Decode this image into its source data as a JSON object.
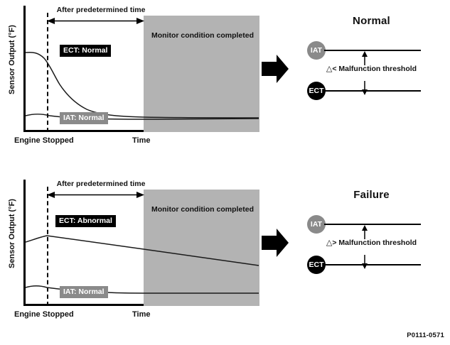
{
  "figure": {
    "reference_code": "P0111-0571"
  },
  "colors": {
    "gray_region": "#b3b3b3",
    "tag_black": "#000000",
    "tag_gray": "#8a8a8a",
    "badge_iat": "#8a8a8a",
    "badge_ect": "#000000",
    "line": "#000000",
    "background": "#ffffff"
  },
  "rows": [
    {
      "id": "normal",
      "chart": {
        "ylabel": "Sensor Output (°F)",
        "xlabel_origin": "Engine Stopped",
        "xlabel_axis": "Time",
        "span_label": "After predetermined time",
        "region_label": "Monitor condition completed",
        "series": [
          {
            "name": "ECT",
            "tag": "ECT: Normal",
            "style": "black"
          },
          {
            "name": "IAT",
            "tag": "IAT: Normal",
            "style": "gray"
          }
        ]
      },
      "panel": {
        "title": "Normal",
        "sensors": [
          {
            "badge": "IAT",
            "style": "gray"
          },
          {
            "badge": "ECT",
            "style": "black"
          }
        ],
        "delta_symbol": "△",
        "comparator": "<",
        "threshold_label": "Malfunction threshold"
      }
    },
    {
      "id": "failure",
      "chart": {
        "ylabel": "Sensor Output (°F)",
        "xlabel_origin": "Engine Stopped",
        "xlabel_axis": "Time",
        "span_label": "After predetermined time",
        "region_label": "Monitor condition completed",
        "series": [
          {
            "name": "ECT",
            "tag": "ECT: Abnormal",
            "style": "black"
          },
          {
            "name": "IAT",
            "tag": "IAT: Normal",
            "style": "gray"
          }
        ]
      },
      "panel": {
        "title": "Failure",
        "sensors": [
          {
            "badge": "IAT",
            "style": "gray"
          },
          {
            "badge": "ECT",
            "style": "black"
          }
        ],
        "delta_symbol": "△",
        "comparator": ">",
        "threshold_label": "Malfunction threshold"
      }
    }
  ],
  "chart_data": [
    {
      "type": "line",
      "title": "Normal — ECT cools toward IAT",
      "xlabel": "Time",
      "ylabel": "Sensor Output (°F)",
      "xlim": [
        0,
        100
      ],
      "ylim": [
        0,
        100
      ],
      "grid": false,
      "axis_ticks": {
        "x": [
          "Engine Stopped",
          "Time"
        ],
        "y": []
      },
      "annotations": [
        {
          "text": "After predetermined time",
          "type": "span-arrow",
          "x_from": 10,
          "x_to": 51
        },
        {
          "text": "Monitor condition completed",
          "type": "shaded-region",
          "x_from": 51,
          "x_to": 100
        },
        {
          "text": "Engine Stopped",
          "type": "dashed-vline",
          "x": 10
        }
      ],
      "series": [
        {
          "name": "ECT: Normal",
          "label_style": "white-on-black",
          "x": [
            0,
            5,
            10,
            15,
            20,
            25,
            30,
            35,
            40,
            50,
            60,
            70,
            80,
            90,
            100
          ],
          "y": [
            86,
            85,
            80,
            70,
            59,
            49,
            41,
            35,
            31,
            25,
            22,
            20,
            19,
            18,
            18
          ]
        },
        {
          "name": "IAT: Normal",
          "label_style": "white-on-gray",
          "x": [
            0,
            5,
            10,
            20,
            30,
            40,
            50,
            60,
            70,
            80,
            90,
            100
          ],
          "y": [
            21,
            22,
            22,
            21,
            20,
            19,
            19,
            18,
            18,
            18,
            18,
            18
          ]
        }
      ]
    },
    {
      "type": "line",
      "title": "Failure — ECT stays high",
      "xlabel": "Time",
      "ylabel": "Sensor Output (°F)",
      "xlim": [
        0,
        100
      ],
      "ylim": [
        0,
        100
      ],
      "grid": false,
      "axis_ticks": {
        "x": [
          "Engine Stopped",
          "Time"
        ],
        "y": []
      },
      "annotations": [
        {
          "text": "After predetermined time",
          "type": "span-arrow",
          "x_from": 10,
          "x_to": 51
        },
        {
          "text": "Monitor condition completed",
          "type": "shaded-region",
          "x_from": 51,
          "x_to": 100
        },
        {
          "text": "Engine Stopped",
          "type": "dashed-vline",
          "x": 10
        }
      ],
      "series": [
        {
          "name": "ECT: Abnormal",
          "label_style": "white-on-black",
          "x": [
            0,
            5,
            10,
            20,
            30,
            40,
            50,
            60,
            70,
            80,
            90,
            100
          ],
          "y": [
            76,
            79,
            80,
            75,
            71,
            67,
            63,
            59,
            55,
            51,
            47,
            44
          ]
        },
        {
          "name": "IAT: Normal",
          "label_style": "white-on-gray",
          "x": [
            0,
            5,
            10,
            20,
            30,
            40,
            50,
            60,
            70,
            80,
            90,
            100
          ],
          "y": [
            22,
            23,
            22,
            21,
            20,
            19,
            18,
            18,
            18,
            18,
            18,
            18
          ]
        }
      ]
    }
  ]
}
